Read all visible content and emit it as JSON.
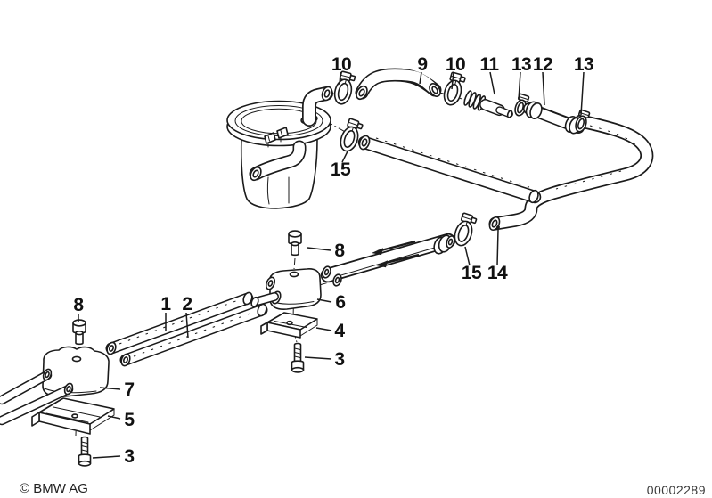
{
  "colors": {
    "line": "#1b1b1b",
    "background": "#ffffff",
    "text": "#111111"
  },
  "callouts": [
    {
      "id": "clamp-top-left",
      "label": "10"
    },
    {
      "id": "curved-hose",
      "label": "9"
    },
    {
      "id": "clamp-top-mid",
      "label": "10"
    },
    {
      "id": "inline-coupler",
      "label": "11"
    },
    {
      "id": "small-clamp-left",
      "label": "13"
    },
    {
      "id": "short-hose",
      "label": "12"
    },
    {
      "id": "small-clamp-right",
      "label": "13"
    },
    {
      "id": "filter-clamp",
      "label": "15"
    },
    {
      "id": "mid-bolt",
      "label": "8"
    },
    {
      "id": "mid-clamp",
      "label": "15"
    },
    {
      "id": "return-hose",
      "label": "14"
    },
    {
      "id": "single-clamp-block",
      "label": "6"
    },
    {
      "id": "mid-bracket",
      "label": "4"
    },
    {
      "id": "mid-screw",
      "label": "3"
    },
    {
      "id": "left-bolt",
      "label": "8"
    },
    {
      "id": "fuel-pipe-feed",
      "label": "1"
    },
    {
      "id": "fuel-pipe-return",
      "label": "2"
    },
    {
      "id": "double-clamp-block",
      "label": "7"
    },
    {
      "id": "left-bracket",
      "label": "5"
    },
    {
      "id": "left-screw",
      "label": "3"
    }
  ],
  "footer": {
    "copyright": "© BMW AG",
    "drawing_number": "00002289"
  }
}
